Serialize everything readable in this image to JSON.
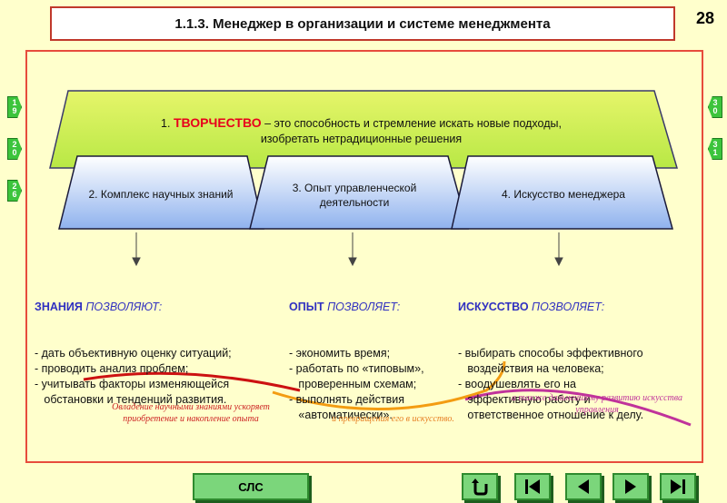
{
  "header": {
    "title": "1.1.3. Менеджер в организации и системе менеджмента",
    "page_number": "28"
  },
  "left_tabs": [
    {
      "l1": "1",
      "l2": "9"
    },
    {
      "l1": "2",
      "l2": "0"
    },
    {
      "l1": "2",
      "l2": "6"
    }
  ],
  "right_tabs": [
    {
      "l1": "3",
      "l2": "0"
    },
    {
      "l1": "3",
      "l2": "1"
    }
  ],
  "diagram": {
    "top": {
      "number": "1.",
      "keyword": "ТВОРЧЕСТВО",
      "line1": " – это способность и стремление искать новые подходы,",
      "line2": "изобретать нетрадиционные решения"
    },
    "boxes": [
      {
        "label": "2. Комплекс научных знаний"
      },
      {
        "label": "3. Опыт управленческой деятельности"
      },
      {
        "label": "4. Искусство менеджера"
      }
    ]
  },
  "columns": [
    {
      "keyword": "ЗНАНИЯ",
      "verb": " ПОЗВОЛЯЮТ:",
      "body": "- дать объективную оценку ситуаций;\n- проводить анализ проблем;\n- учитывать факторы изменяющейся\n   обстановки и тенденций развития."
    },
    {
      "keyword": "ОПЫТ",
      "verb": " ПОЗВОЛЯЕТ:",
      "body": "- экономить время;\n- работать по «типовым»,\n   проверенным схемам;\n- выполнять действия\n   «автоматически»."
    },
    {
      "keyword": "ИСКУССТВО",
      "verb": " ПОЗВОЛЯЕТ:",
      "body": "- выбирать способы эффективного\n   воздействия на человека;\n- воодушевлять его на\n   эффективную работу и\n   ответственное отношение к делу."
    }
  ],
  "notes": [
    {
      "text": "Овладение научными знаниями ускоряет приобретение и накопление опыта",
      "color": "#CC2222"
    },
    {
      "text": "и превращения его в искусство.",
      "color": "#E67E22"
    },
    {
      "text": "а также дальнейшему развитию искусства управления",
      "color": "#C0339B"
    }
  ],
  "footer": {
    "cls_label": "СЛС",
    "nav_buttons": [
      "return-icon",
      "first-icon",
      "prev-icon",
      "next-icon",
      "last-icon"
    ]
  },
  "colors": {
    "background": "#FFFFCC",
    "frame": "#E74C3C",
    "top_band": "#C8F04A",
    "box_fill": "#9DBFF0",
    "accent_red": "#E8001C",
    "nav_green": "#3CC43C"
  }
}
